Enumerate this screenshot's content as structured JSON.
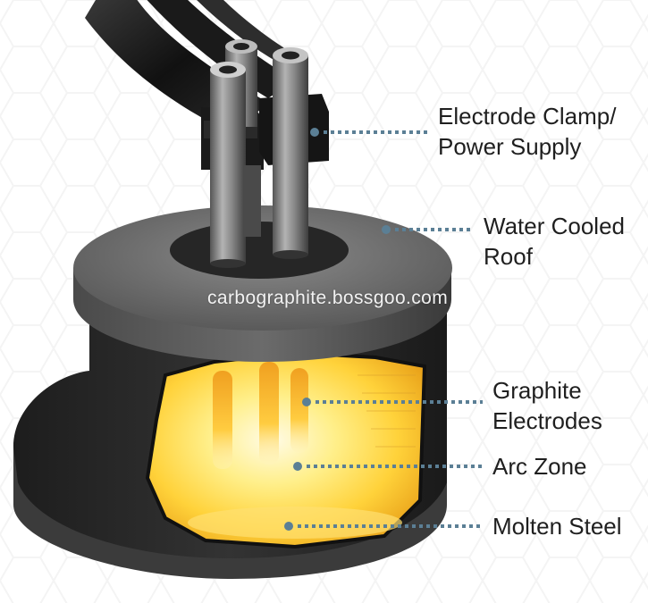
{
  "labels": {
    "electrode_clamp": {
      "line1": "Electrode Clamp/",
      "line2": "Power Supply"
    },
    "water_cooled_roof": {
      "line1": "Water Cooled",
      "line2": "Roof"
    },
    "graphite_electrodes": {
      "line1": "Graphite",
      "line2": "Electrodes"
    },
    "arc_zone": "Arc Zone",
    "molten_steel": "Molten Steel"
  },
  "watermark": "carbographite.bossgoo.com",
  "colors": {
    "leader_line": "#5b7f95",
    "furnace_body": "#2a2a2a",
    "roof": "#6d6d6d",
    "glow": "#ffd23a",
    "text": "#1f1f1f"
  }
}
